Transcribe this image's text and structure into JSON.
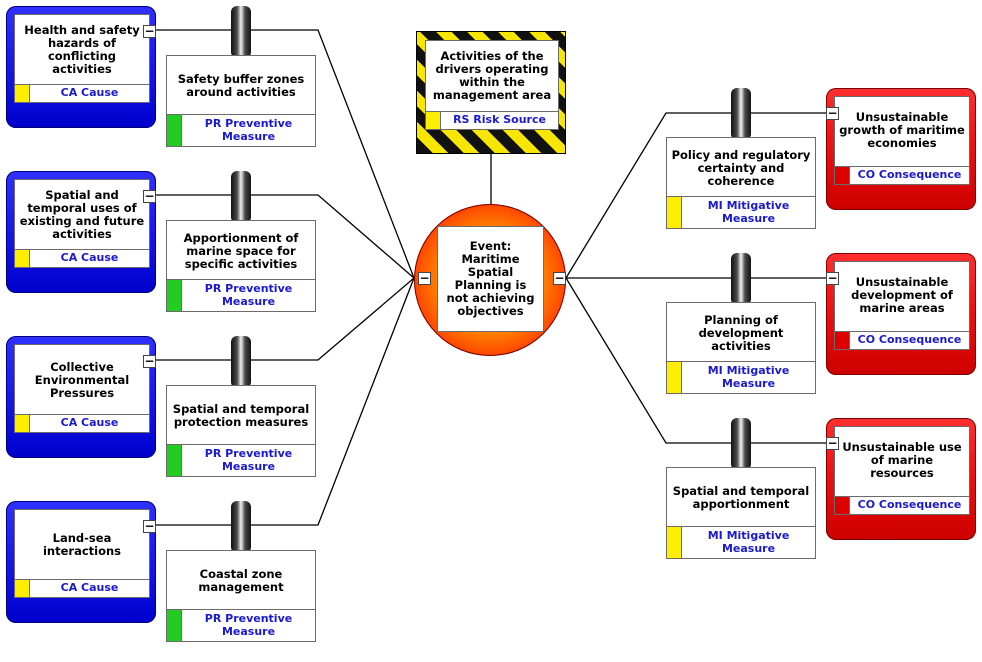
{
  "colors": {
    "cause": "#1a1aee",
    "consequence": "#f01010",
    "preventive": "#22cc22",
    "mitigative": "#ffee00",
    "cause_swatch": "#ffee00",
    "consequence_swatch": "#dd0000",
    "tag_text": "#1a1acc"
  },
  "risk_source": {
    "title": "Activities of the drivers operating within the management area",
    "tag": "RS Risk Source"
  },
  "event": {
    "title": "Event: Maritime Spatial Planning is not achieving objectives"
  },
  "causes": [
    {
      "title": "Health and safety hazards of conflicting activities",
      "tag": "CA Cause"
    },
    {
      "title": "Spatial and temporal uses of existing and future activities",
      "tag": "CA Cause"
    },
    {
      "title": "Collective Environmental Pressures",
      "tag": "CA Cause"
    },
    {
      "title": "Land-sea interactions",
      "tag": "CA Cause"
    }
  ],
  "preventive": [
    {
      "title": "Safety buffer zones around activities",
      "tag": "PR Preventive Measure"
    },
    {
      "title": "Apportionment of marine space for specific activities",
      "tag": "PR Preventive Measure"
    },
    {
      "title": "Spatial and temporal protection measures",
      "tag": "PR Preventive Measure"
    },
    {
      "title": "Coastal zone management",
      "tag": "PR Preventive Measure"
    }
  ],
  "mitigative": [
    {
      "title": "Policy and regulatory certainty and coherence",
      "tag": "MI Mitigative Measure"
    },
    {
      "title": "Planning of development activities",
      "tag": "MI Mitigative Measure"
    },
    {
      "title": "Spatial and temporal apportionment",
      "tag": "MI Mitigative Measure"
    }
  ],
  "consequences": [
    {
      "title": "Unsustainable growth of maritime economies",
      "tag": "CO Consequence"
    },
    {
      "title": "Unsustainable development of marine areas",
      "tag": "CO Consequence"
    },
    {
      "title": "Unsustainable use of marine resources",
      "tag": "CO Consequence"
    }
  ],
  "collapse_symbol": "−"
}
